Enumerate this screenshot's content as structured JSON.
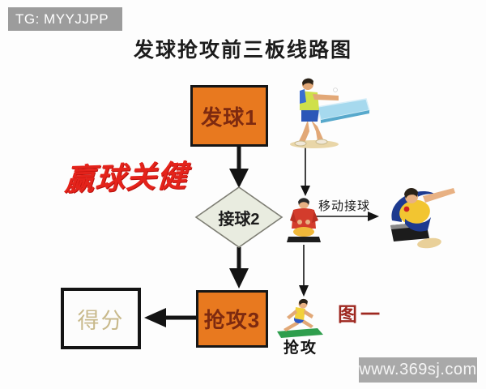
{
  "badges": {
    "tg": "TG: MYYJJPP",
    "site": "www.369sj.com"
  },
  "title": "发球抢攻前三板线路图",
  "flowchart": {
    "serve_box": "发球1",
    "receive_diamond": "接球2",
    "attack_box": "抢攻3",
    "score_box": "得分"
  },
  "notes": {
    "win_key": "赢球关健",
    "move_receive": "移动接球",
    "attack_caption": "抢攻",
    "figure_label": "图一"
  },
  "icons": {
    "player_serve": "player-serving-at-table-illustration",
    "player_receive": "player-ready-at-table-illustration",
    "player_move_receive": "player-moving-receive-illustration",
    "player_attack": "player-lunge-attack-illustration"
  },
  "colors": {
    "node_fill": "#e8791f",
    "node_text": "#7d2a10",
    "diamond_fill": "#e9ece0",
    "score_text": "#c8b98b",
    "calligraphy_red": "#e4231b",
    "figure_red": "#9e2820",
    "badge_gray": "#9c9c9c",
    "site_gray": "#a9a9a9",
    "arrow_black": "#141414"
  }
}
